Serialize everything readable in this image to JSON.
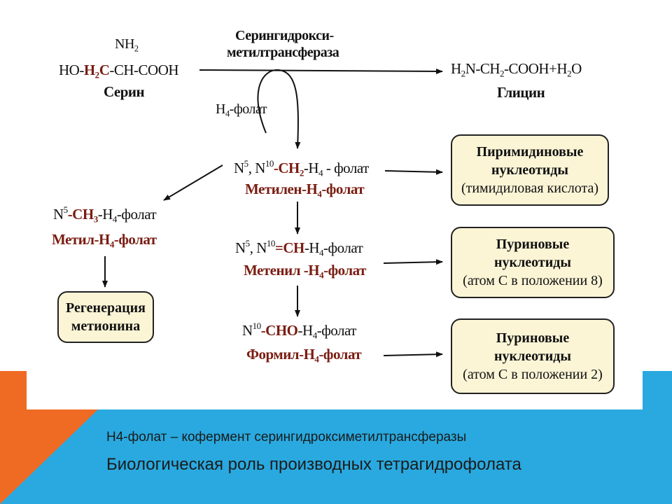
{
  "serine": {
    "nh2": "NH",
    "nh2_sub": "2",
    "left": "HO-",
    "h2c": "H",
    "h2c_sub": "2",
    "h2c_c": "C",
    "chain": "-CH-COOH",
    "name": "Серин"
  },
  "enzyme": {
    "line1": "Серингидрокси-",
    "line2": "метилтрансфераза"
  },
  "glycine": {
    "h2n": "H",
    "h2n_sub": "2",
    "rest1": "N-CH",
    "ch2_sub": "2",
    "rest2": "-COOH+H",
    "h2o_sub": "2",
    "rest3": "O",
    "name": "Глицин"
  },
  "h4folate_in": {
    "h": "H",
    "sub": "4",
    "text": "-фолат"
  },
  "methylene": {
    "n": "N",
    "sup5": "5",
    "mid": ", N",
    "sup10": "10",
    "ch": "-CH",
    "ch_sub": "2",
    "h": "-H",
    "h_sub": "4",
    "end": " - фолат",
    "name_a": "Метилен-H",
    "name_sub": "4",
    "name_b": "-фолат"
  },
  "methyl": {
    "n": "N",
    "sup5": "5",
    "ch": "-CH",
    "ch_sub": "3",
    "h": "-H",
    "h_sub": "4",
    "end": "-фолат",
    "name_a": "Метил-H",
    "name_sub": "4",
    "name_b": "-фолат"
  },
  "methenyl": {
    "n": "N",
    "sup5": "5",
    "mid": ", N",
    "sup10": "10",
    "ch": "=CH",
    "h": "-H",
    "h_sub": "4",
    "end": "-фолат",
    "name_a": "Метенил -H",
    "name_sub": "4",
    "name_b": "-фолат"
  },
  "formyl": {
    "n": "N",
    "sup10": "10",
    "cho": "-CHO",
    "h": "-H",
    "h_sub": "4",
    "end": "-фолат",
    "name_a": "Формил-H",
    "name_sub": "4",
    "name_b": "-фолат"
  },
  "boxes": {
    "pyrimidine": {
      "l1": "Пиримидиновые",
      "l2": "нуклеотиды",
      "l3": "(тимидиловая кислота)"
    },
    "purine8": {
      "l1": "Пуриновые",
      "l2": "нуклеотиды",
      "l3": "(атом С в положении 8)"
    },
    "purine2": {
      "l1": "Пуриновые",
      "l2": "нуклеотиды",
      "l3": "(атом С в положении 2)"
    },
    "regen": {
      "l1": "Регенерация",
      "l2": "метионина"
    }
  },
  "captions": {
    "line1": "Н4-фолат – кофермент серингидроксиметилтрансферазы",
    "line2": "Биологическая роль производных тетрагидрофолата"
  }
}
